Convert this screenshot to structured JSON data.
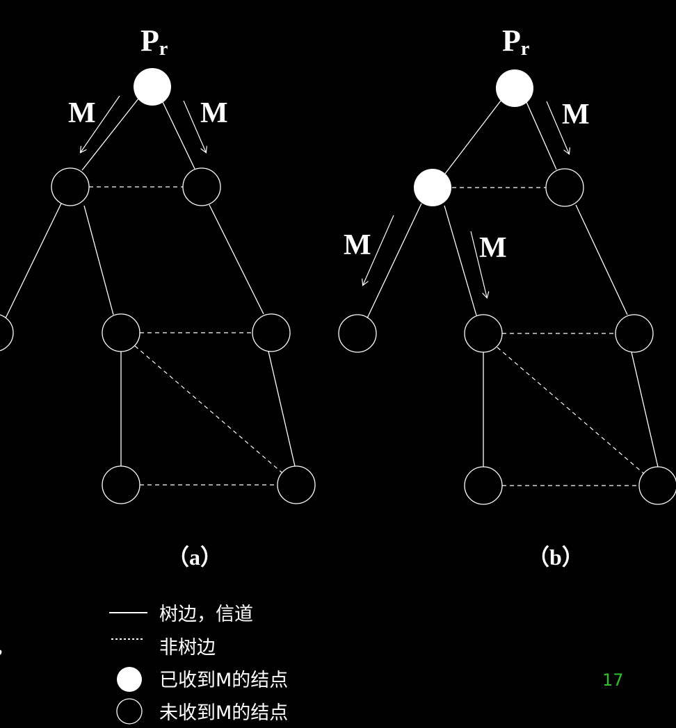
{
  "colors": {
    "background": "#000000",
    "line": "#ffffff",
    "filled_node": "#ffffff",
    "empty_node_stroke": "#ffffff",
    "page_number": "#2fbf2f"
  },
  "diagrams": [
    {
      "id": "a",
      "caption": "（a）",
      "root_label": "P",
      "root_sub": "r",
      "message_labels": [
        "M",
        "M"
      ]
    },
    {
      "id": "b",
      "caption": "（b）",
      "root_label": "P",
      "root_sub": "r",
      "message_labels": [
        "M",
        "M",
        "M"
      ]
    }
  ],
  "legend": {
    "tree_edge": "树边，信道",
    "non_tree_edge": "非树边",
    "received": "已收到M的结点",
    "not_received": "未收到M的结点"
  },
  "page_number": "17",
  "left_edge_mark": ","
}
